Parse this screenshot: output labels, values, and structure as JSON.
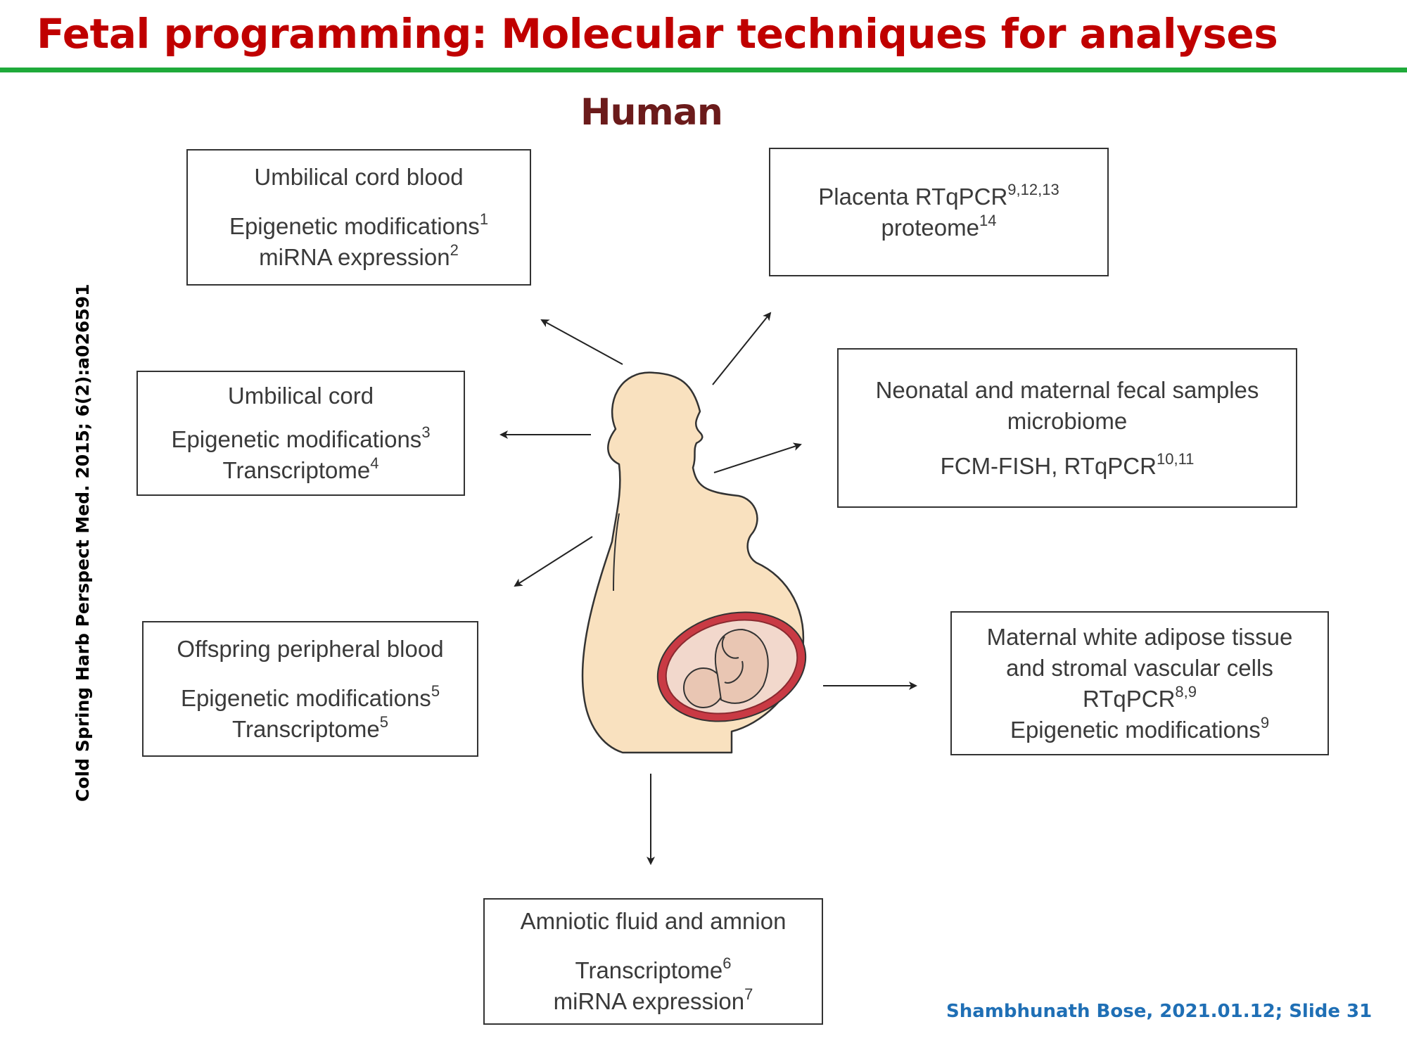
{
  "slide": {
    "title": "Fetal programming: Molecular techniques for analyses",
    "heading": "Human",
    "citation": "Cold Spring Harb Perspect Med. 2015; 6(2):a026591",
    "footer": "Shambhunath Bose, 2021.01.12; Slide 31"
  },
  "boxes": {
    "cord_blood": {
      "title": "Umbilical cord blood",
      "l1": "Epigenetic modifications",
      "l1_ref": "1",
      "l2": "miRNA expression",
      "l2_ref": "2"
    },
    "placenta": {
      "l1": "Placenta RTqPCR",
      "l1_ref": "9,12,13",
      "l2": "proteome",
      "l2_ref": "14"
    },
    "umbilical_cord": {
      "title": "Umbilical cord",
      "l1": "Epigenetic modifications",
      "l1_ref": "3",
      "l2": "Transcriptome",
      "l2_ref": "4"
    },
    "fecal": {
      "title": "Neonatal and maternal fecal samples",
      "subtitle": "microbiome",
      "l1": "FCM-FISH, RTqPCR",
      "l1_ref": "10,11"
    },
    "offspring_blood": {
      "title": "Offspring peripheral blood",
      "l1": "Epigenetic modifications",
      "l1_ref": "5",
      "l2": "Transcriptome",
      "l2_ref": "5"
    },
    "adipose": {
      "l1": "Maternal white adipose tissue",
      "l2": "and stromal vascular cells",
      "l3": "RTqPCR",
      "l3_ref": "8,9",
      "l4": "Epigenetic modifications",
      "l4_ref": "9"
    },
    "amniotic": {
      "title": "Amniotic fluid and amnion",
      "l1": "Transcriptome",
      "l1_ref": "6",
      "l2": "miRNA expression",
      "l2_ref": "7"
    }
  },
  "colors": {
    "title": "#c00000",
    "rule": "#1faa3a",
    "heading": "#6b1b1b",
    "footer": "#1f6fb5",
    "skin": "#f9e1bf",
    "uterus": "#c93a44",
    "fetus": "#e9c6b3"
  }
}
